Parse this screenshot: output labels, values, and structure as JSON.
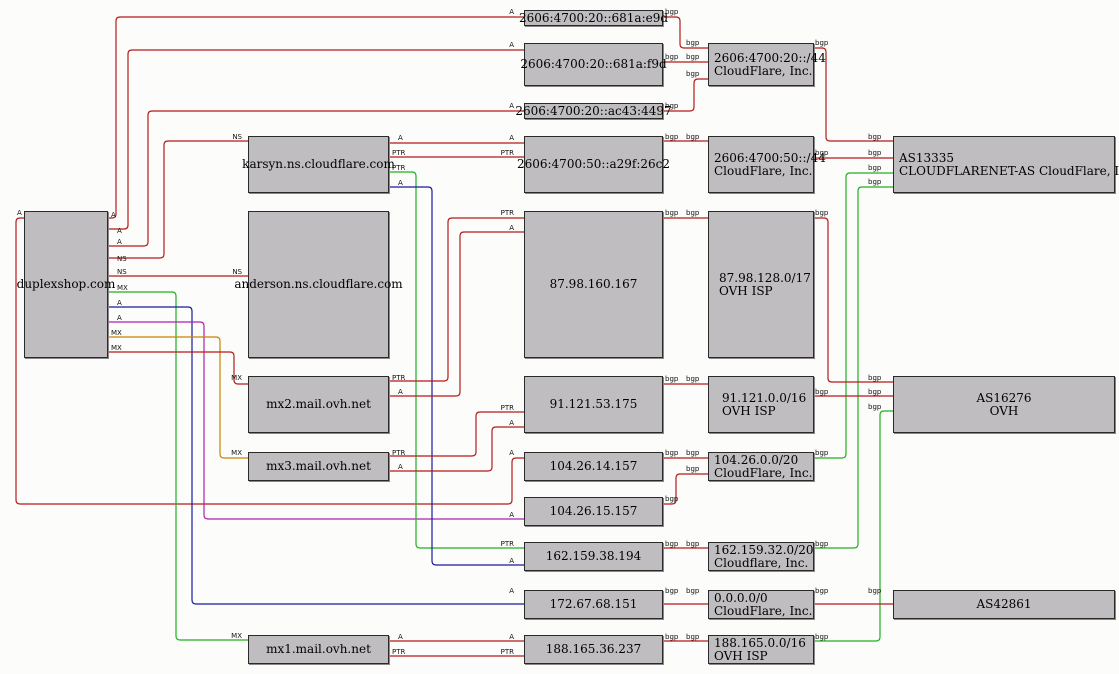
{
  "colors": {
    "red": "#b51a1a",
    "green": "#22b022",
    "blue": "#1a1aa0",
    "magenta": "#b020b0",
    "orange": "#c88400",
    "node_fill": "#c0bdc0",
    "background": "#fcfcfa"
  },
  "nodes": {
    "duplexshop": "duplexshop.com",
    "karsyn": "karsyn.ns.cloudflare.com",
    "anderson": "anderson.ns.cloudflare.com",
    "mx2": "mx2.mail.ovh.net",
    "mx3": "mx3.mail.ovh.net",
    "mx1": "mx1.mail.ovh.net",
    "ip_e9d": "2606:4700:20::681a:e9d",
    "ip_f9d": "2606:4700:20::681a:f9d",
    "ip_4497": "2606:4700:20::ac43:4497",
    "ip_26c2": "2606:4700:50::a29f:26c2",
    "ip_87": "87.98.160.167",
    "ip_91": "91.121.53.175",
    "ip_104_14": "104.26.14.157",
    "ip_104_15": "104.26.15.157",
    "ip_162": "162.159.38.194",
    "ip_172": "172.67.68.151",
    "ip_188": "188.165.36.237",
    "pfx_20": {
      "line1": "2606:4700:20::/44",
      "line2": "CloudFlare, Inc."
    },
    "pfx_50": {
      "line1": "2606:4700:50::/44",
      "line2": "CloudFlare, Inc."
    },
    "pfx_87": {
      "line1": "87.98.128.0/17",
      "line2": "OVH ISP"
    },
    "pfx_91": {
      "line1": "91.121.0.0/16",
      "line2": "OVH ISP"
    },
    "pfx_104": {
      "line1": "104.26.0.0/20",
      "line2": "CloudFlare, Inc."
    },
    "pfx_162": {
      "line1": "162.159.32.0/20",
      "line2": "Cloudflare, Inc."
    },
    "pfx_0": {
      "line1": "0.0.0.0/0",
      "line2": "CloudFlare, Inc."
    },
    "pfx_188": {
      "line1": "188.165.0.0/16",
      "line2": "OVH ISP"
    },
    "as13335": {
      "line1": "AS13335",
      "line2": "CLOUDFLARENET-AS CloudFlare, Inc."
    },
    "as16276": {
      "line1": "AS16276",
      "line2": "OVH"
    },
    "as42861": "AS42861"
  },
  "edge_labels": {
    "a": "A",
    "ns": "NS",
    "mx": "MX",
    "ptr": "PTR",
    "bgp": "bgp"
  }
}
